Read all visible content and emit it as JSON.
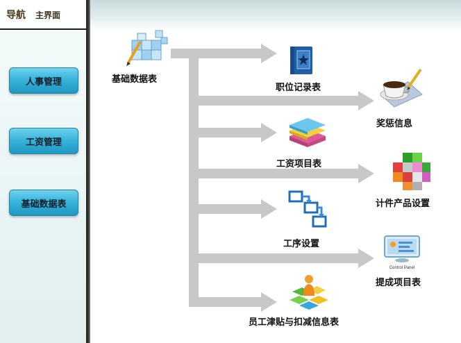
{
  "nav": {
    "title": "导航",
    "subtitle": "主界面",
    "buttons": [
      {
        "label": "人事管理"
      },
      {
        "label": "工资管理"
      },
      {
        "label": "基础数据表"
      }
    ]
  },
  "flow": {
    "root": "基础数据表",
    "nodes": [
      {
        "label": "职位记录表",
        "icon": "book-icon"
      },
      {
        "label": "奖惩信息",
        "icon": "coffee-cup-icon"
      },
      {
        "label": "工资项目表",
        "icon": "paper-stack-icon"
      },
      {
        "label": "计件产品设置",
        "icon": "color-blocks-icon"
      },
      {
        "label": "工序设置",
        "icon": "process-arrows-icon"
      },
      {
        "label": "提成项目表",
        "icon": "control-panel-icon"
      },
      {
        "label": "员工津贴与扣减信息表",
        "icon": "person-blocks-icon"
      }
    ],
    "control_panel_text": "Control Panel"
  },
  "colors": {
    "flow_arrow": "#c8c8c8",
    "nav_button": "#39b4da",
    "sidebar_edge": "#2a2a2a"
  }
}
